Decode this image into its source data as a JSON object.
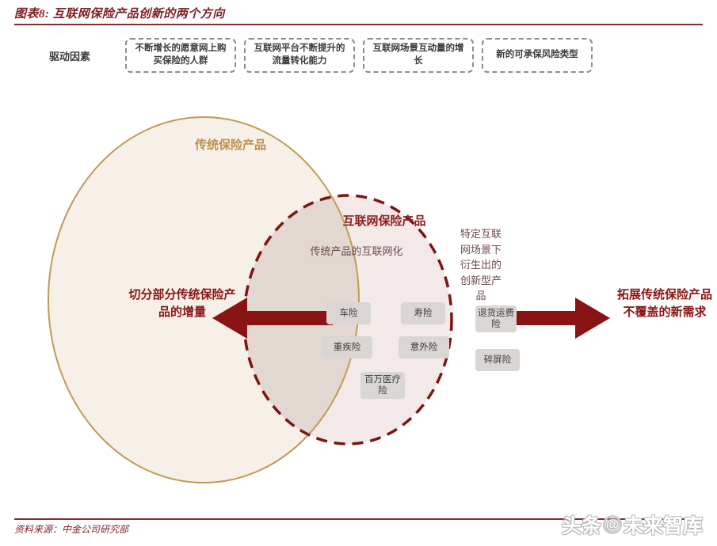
{
  "header": {
    "title": "图表8: 互联网保险产品创新的两个方向"
  },
  "drivers": {
    "label": "驱动因素",
    "items": [
      "不断增长的愿意网上购买保险的人群",
      "互联网平台不断提升的流量转化能力",
      "互联网场景互动量的增长",
      "新的可承保风险类型"
    ]
  },
  "venn": {
    "traditional_circle_label": "传统保险产品",
    "internet_circle_label": "互联网保险产品",
    "overlap_text": "传统产品的互联网化",
    "right_only_text": "特定互联网场景下衍生出的创新型产品",
    "tags": [
      "车险",
      "寿险",
      "重疾险",
      "意外险",
      "百万医疗险",
      "退货运费险",
      "碎屏险"
    ],
    "left_arrow_label": "切分部分传统保险产品的增量",
    "right_arrow_label": "拓展传统保险产品不覆盖的新需求"
  },
  "footer": {
    "source": "资料来源：中金公司研究部",
    "watermark_prefix": "头条",
    "watermark_at": "@",
    "watermark_name": "未来智库"
  },
  "colors": {
    "accent_red": "#8a2d2d",
    "title_red": "#7d1f23",
    "arrow_red": "#8a1414",
    "gold": "#bf8f49",
    "traditional_fill": "#f6f0e9",
    "internet_fill": "#f3e9e9",
    "overlap_fill": "#e6dcd6",
    "tag_bg": "#d9d6d4",
    "dashed_border": "#8d8d8d"
  }
}
